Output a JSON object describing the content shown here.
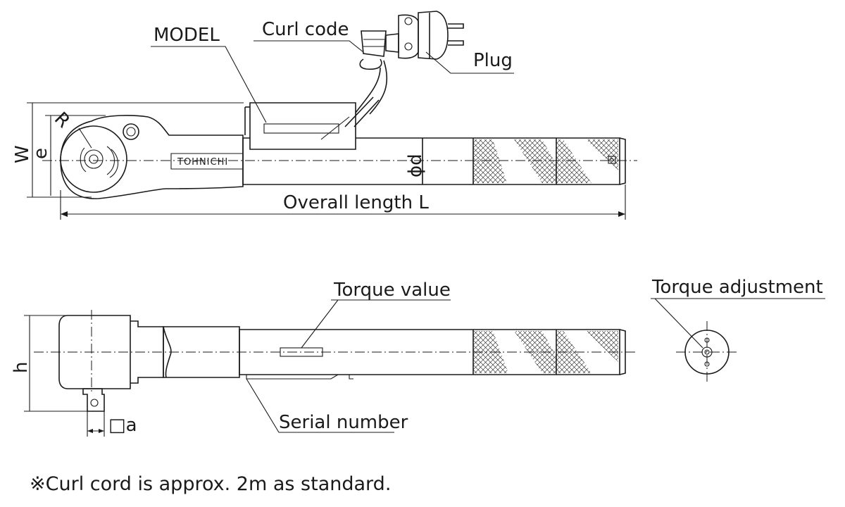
{
  "labels": {
    "model": "MODEL",
    "curl_code": "Curl code",
    "plug": "Plug",
    "w": "W",
    "e": "e",
    "r": "R",
    "phi_d": "ϕd",
    "overall_length": "Overall length L",
    "torque_value": "Torque value",
    "torque_adjustment": "Torque adjustment",
    "h": "h",
    "square_a": "□a",
    "serial_number": "Serial number"
  },
  "brand": "TOHNICHI",
  "footnote": "※Curl cord is approx. 2m as standard.",
  "colors": {
    "line": "#1a1a1a",
    "background": "#ffffff"
  }
}
